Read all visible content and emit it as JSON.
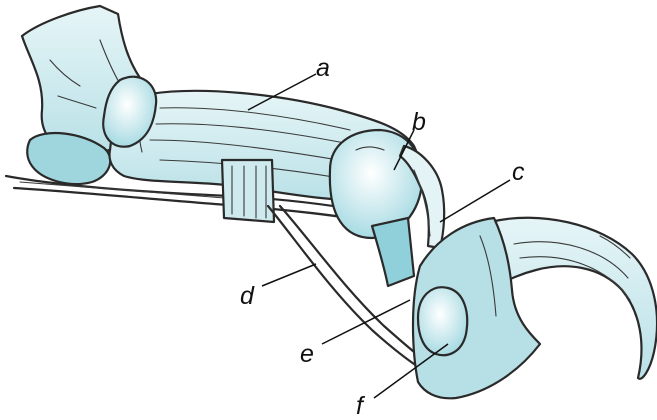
{
  "labels": {
    "a": "a",
    "b": "b",
    "c": "c",
    "d": "d",
    "e": "e",
    "f": "f"
  },
  "colors": {
    "bone": "#d6eef2",
    "bone_shade": "#a9d8df",
    "cartilage": "#8fd0da",
    "outline": "#2a2a2a"
  }
}
